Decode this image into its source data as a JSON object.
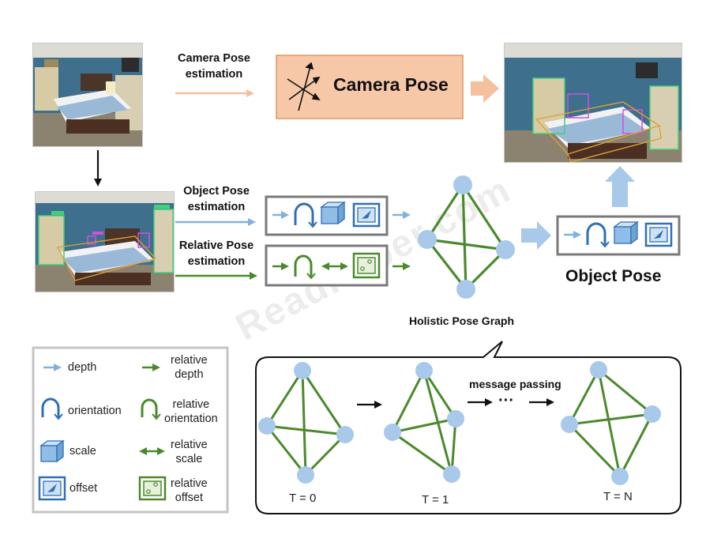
{
  "labels": {
    "camera_pose_estimation": "Camera Pose estimation",
    "camera_pose": "Camera Pose",
    "object_pose_estimation": "Object Pose estimation",
    "relative_pose_estimation": "Relative Pose estimation",
    "holistic_pose_graph": "Holistic Pose Graph",
    "object_pose": "Object Pose",
    "message_passing": "message passing",
    "ellipsis": "···",
    "t0": "T = 0",
    "t1": "T = 1",
    "tn": "T = N",
    "watermark": "ReadPaper.com"
  },
  "legend": {
    "depth": "depth",
    "relative_depth": [
      "relative",
      "depth"
    ],
    "orientation": "orientation",
    "relative_orientation": [
      "relative",
      "orientation"
    ],
    "scale": "scale",
    "relative_scale": [
      "relative",
      "scale"
    ],
    "offset": "offset",
    "relative_offset": [
      "relative",
      "offset"
    ]
  },
  "colors": {
    "blue": "#7fb2e0",
    "blue_dark": "#2f6fb8",
    "node": "#a8c9ea",
    "green": "#4a8a2c",
    "orange_fill": "#f7c8a8",
    "orange_border": "#e0955e",
    "orange_arrow": "#f4c09d",
    "gray_border": "#7a7a7a"
  },
  "icons": {
    "depth": "arrow-icon",
    "orientation": "arch-icon",
    "scale": "cube-icon",
    "offset": "offset-frame-icon"
  }
}
